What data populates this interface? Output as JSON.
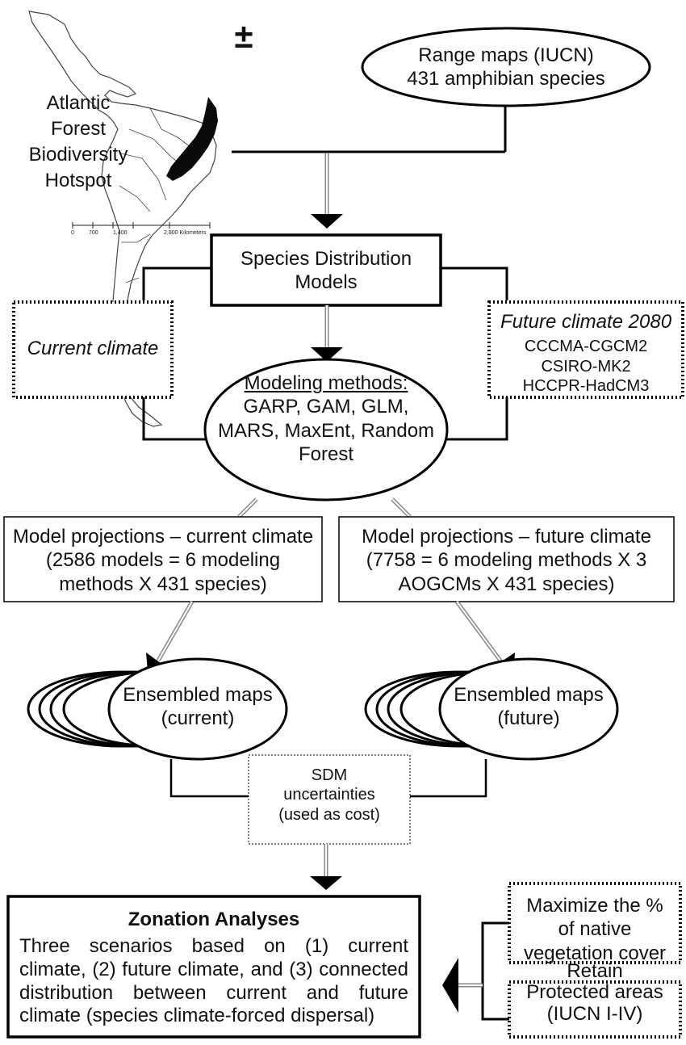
{
  "map": {
    "caption": [
      "Atlantic",
      "Forest",
      "Biodiversity",
      "Hotspot"
    ],
    "north_symbol": "±",
    "scale_ticks": [
      "0",
      "700",
      "1,400",
      "2,800 Kilometers"
    ]
  },
  "nodes": {
    "range_maps": {
      "line1": "Range maps (IUCN)",
      "line2": "431 amphibian species"
    },
    "sdm": {
      "line1": "Species Distribution",
      "line2": "Models"
    },
    "current_climate": {
      "label": "Current climate"
    },
    "future_climate": {
      "title": "Future climate 2080",
      "models": [
        "CCCMA-CGCM2",
        "CSIRO-MK2",
        "HCCPR-HadCM3"
      ]
    },
    "modeling_methods": {
      "title": "Modeling methods:",
      "lines": [
        "GARP, GAM, GLM,",
        "MARS, MaxEnt, Random",
        "Forest"
      ]
    },
    "proj_current": {
      "lines": [
        "Model projections – current climate",
        "(2586 models = 6 modeling",
        "methods X 431 species)"
      ]
    },
    "proj_future": {
      "lines": [
        "Model projections – future climate",
        "(7758 = 6 modeling methods X 3",
        "AOGCMs X 431 species)"
      ]
    },
    "ens_current": {
      "line1": "Ensembled maps",
      "line2": "(current)"
    },
    "ens_future": {
      "line1": "Ensembled maps",
      "line2": "(future)"
    },
    "sdm_uncert": {
      "lines": [
        "SDM",
        "uncertainties",
        "(used as cost)"
      ]
    },
    "zonation": {
      "title": "Zonation Analyses",
      "body": "Three scenarios based on (1) current climate, (2) future climate, and (3) connected distribution between current and future climate (species climate-forced dispersal)"
    },
    "maximize": {
      "lines": [
        "Maximize the %",
        "of native",
        "vegetation cover"
      ]
    },
    "retain": {
      "lines": [
        "Retain",
        "Protected areas",
        "(IUCN I-IV)"
      ]
    }
  }
}
